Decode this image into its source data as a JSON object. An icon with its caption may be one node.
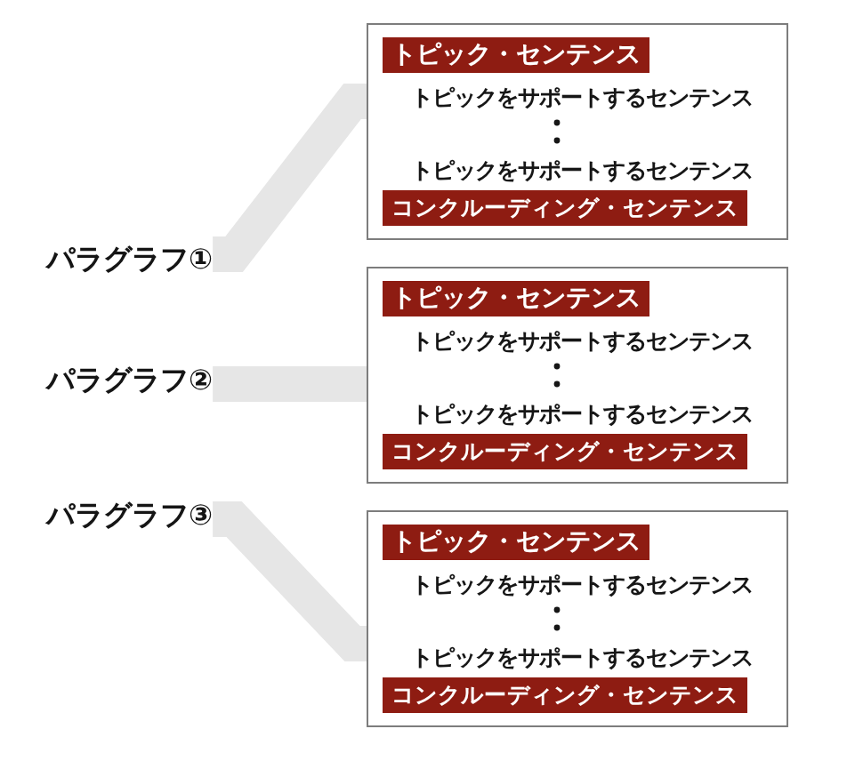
{
  "diagram": {
    "nodes": [
      {
        "text": [
          "パラグラフ①"
        ]
      },
      {
        "text": [
          "トピックをサポートするセンテンス",
          "トピックをサポートするセンテンス"
        ]
      },
      {
        "text": [
          "トピック・センテンス"
        ],
        "in": 1
      },
      {
        "text": [
          "コンクルーディング・センテンス"
        ],
        "in": 1
      },
      {
        "text": [
          "パラグラフ②"
        ]
      },
      {
        "text": [
          "トピックをサポートするセンテンス",
          "トピックをサポートするセンテンス"
        ]
      },
      {
        "text": [
          "トピック・センテンス"
        ],
        "in": 5
      },
      {
        "text": [
          "コンクルーディング・センテンス"
        ],
        "in": 5
      },
      {
        "text": [
          "パラグラフ③"
        ]
      },
      {
        "text": [
          "トピックをサポートするセンテンス",
          "トピックをサポートするセンテンス"
        ]
      },
      {
        "text": [
          "トピック・センテンス"
        ],
        "in": 9
      },
      {
        "text": [
          "コンクルーディング・センテンス"
        ],
        "in": 9
      }
    ],
    "edges": [
      {
        "from": 0,
        "to": 1,
        "arrow": "none"
      },
      {
        "from": 4,
        "to": 5,
        "arrow": "none"
      },
      {
        "from": 8,
        "to": 9,
        "arrow": "none"
      }
    ]
  }
}
